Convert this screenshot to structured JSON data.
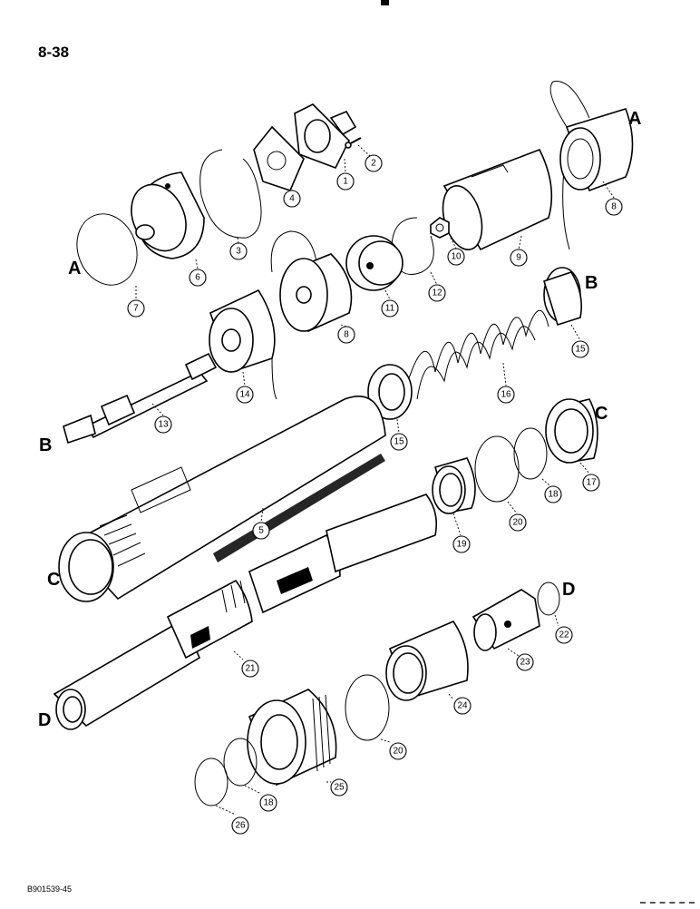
{
  "page_number": "8-38",
  "document_code": "B901539-45",
  "callouts": {
    "c1": "1",
    "c2": "2",
    "c3": "3",
    "c4": "4",
    "c5": "5",
    "c6": "6",
    "c7": "7",
    "c8a": "8",
    "c8b": "8",
    "c9": "9",
    "c10": "10",
    "c11": "11",
    "c12": "12",
    "c13": "13",
    "c14": "14",
    "c15a": "15",
    "c15b": "15",
    "c16": "16",
    "c17": "17",
    "c18a": "18",
    "c18b": "18",
    "c19": "19",
    "c20a": "20",
    "c20b": "20",
    "c21": "21",
    "c22": "22",
    "c23": "23",
    "c24": "24",
    "c25": "25",
    "c26": "26"
  },
  "reference_letters": {
    "a1": "A",
    "a2": "A",
    "b1": "B",
    "b2": "B",
    "c1": "C",
    "c2": "C",
    "d1": "D",
    "d2": "D"
  }
}
